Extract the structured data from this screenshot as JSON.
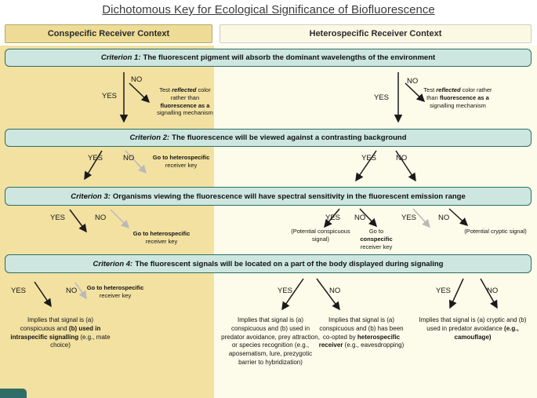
{
  "title": "Dichotomous Key for Ecological Significance of Biofluorescence",
  "headers": {
    "left": "Conspecific Receiver Context",
    "right": "Heterospecific Receiver Context"
  },
  "branch_labels": {
    "yes": "YES",
    "no": "NO"
  },
  "criteria": [
    {
      "prefix": "Criterion 1:",
      "text": "The fluorescent pigment will absorb the dominant wavelengths of the environment"
    },
    {
      "prefix": "Criterion 2:",
      "text": "The fluorescence will be viewed against a contrasting background"
    },
    {
      "prefix": "Criterion 3:",
      "text": "Organisms viewing the fluorescence will have spectral sensitivity in the fluorescent emission range"
    },
    {
      "prefix": "Criterion 4:",
      "text": "The fluorescent signals will be located on a part of the body displayed during signaling"
    }
  ],
  "notes": {
    "test_reflected": {
      "p1": "Test ",
      "p2": "reflected",
      "p3": " color rather than ",
      "p4": "fluorescence as a",
      "p5": " signalling mechanism"
    },
    "goto_heterospecific": {
      "bold": "Go to heterospecific",
      "rest": "receiver key"
    },
    "goto_conspecific": {
      "p1": "Go to",
      "bold": "conspecific",
      "p2": "receiver key"
    },
    "potential_conspicuous": "(Potential conspicuous signal)",
    "potential_cryptic": "(Potential cryptic signal)"
  },
  "outcomes": {
    "intraspecific": {
      "p1": "Implies that signal is (a) conspicuous and ",
      "bold": "(b) used in intraspecific signalling",
      "p2": " (e.g., mate choice)"
    },
    "predator_prey_species": "Implies that signal is (a) conspicuous and (b) used in predator avoidance, prey attraction, or species recognition (e.g., aposematism, lure, prezygotic barrier to hybridization)",
    "coopted": {
      "p1": "Implies that signal is (a) conspicuous and (b) has been co-opted by ",
      "bold": "heterospecific receiver",
      "p2": " (e.g., eavesdropping)"
    },
    "cryptic": {
      "p1": "Implies that signal is (a) cryptic and (b) used in predator avoidance ",
      "bold": "(e.g., camouflage)"
    }
  },
  "colors": {
    "left_panel": "#f2e1a1",
    "right_panel": "#fdfbe9",
    "left_header_fill": "#eedc96",
    "right_header_fill": "#fbf8e3",
    "criterion_fill": "#cde7e0",
    "criterion_border": "#2f6d66",
    "arrow": "#1a1a1a",
    "arrow_muted": "#b9b9b9"
  }
}
